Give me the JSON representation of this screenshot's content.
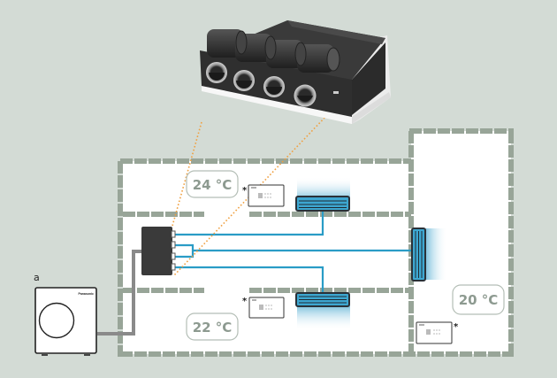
{
  "diagram": {
    "title": "Ducted multi-zone air conditioning layout",
    "colors": {
      "background": "#d3dbd5",
      "room_fill": "#ffffff",
      "wall": "#98a598",
      "pipe": "#2a9cc6",
      "outdoor_pipe": "#8a8a8a",
      "leader_line": "#f0a040",
      "unit_dark": "#3a3a3a",
      "temp_text": "#8d9a90"
    },
    "outdoor_unit": {
      "label": "a",
      "brand": "Panasonic",
      "icon": "outdoor-unit-icon"
    },
    "ducted_unit": {
      "icon": "ducted-unit-icon",
      "outlets": 4
    },
    "distribution_box": {
      "icon": "distribution-box-icon",
      "ports": 4
    },
    "zones": [
      {
        "id": "zone-1",
        "temperature": "24 °C",
        "has_controller": true,
        "controller_mark": "*"
      },
      {
        "id": "zone-2",
        "temperature": "22 °C",
        "has_controller": true,
        "controller_mark": "*"
      },
      {
        "id": "zone-3",
        "temperature": "20 °C",
        "has_controller": true,
        "controller_mark": "*"
      }
    ],
    "grilles": [
      {
        "id": "grille-zone-1",
        "orientation": "horizontal"
      },
      {
        "id": "grille-zone-2",
        "orientation": "horizontal"
      },
      {
        "id": "grille-zone-3",
        "orientation": "vertical"
      }
    ]
  }
}
